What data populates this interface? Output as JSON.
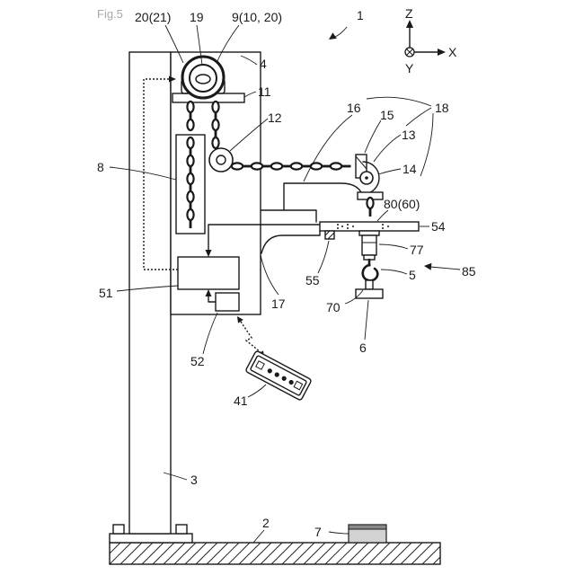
{
  "figure": {
    "label": "Fig.5"
  },
  "axes": {
    "z": "Z",
    "x": "X",
    "y": "Y"
  },
  "refs": {
    "r1": "1",
    "r2": "2",
    "r3": "3",
    "r4": "4",
    "r5": "5",
    "r6": "6",
    "r7": "7",
    "r8": "8",
    "r9": "9(10, 20)",
    "r11": "11",
    "r12": "12",
    "r13": "13",
    "r14": "14",
    "r15": "15",
    "r16": "16",
    "r17": "17",
    "r18": "18",
    "r19": "19",
    "r20": "20(21)",
    "r41": "41",
    "r51": "51",
    "r52": "52",
    "r54": "54",
    "r55": "55",
    "r70": "70",
    "r77": "77",
    "r80": "80(60)",
    "r85": "85"
  }
}
